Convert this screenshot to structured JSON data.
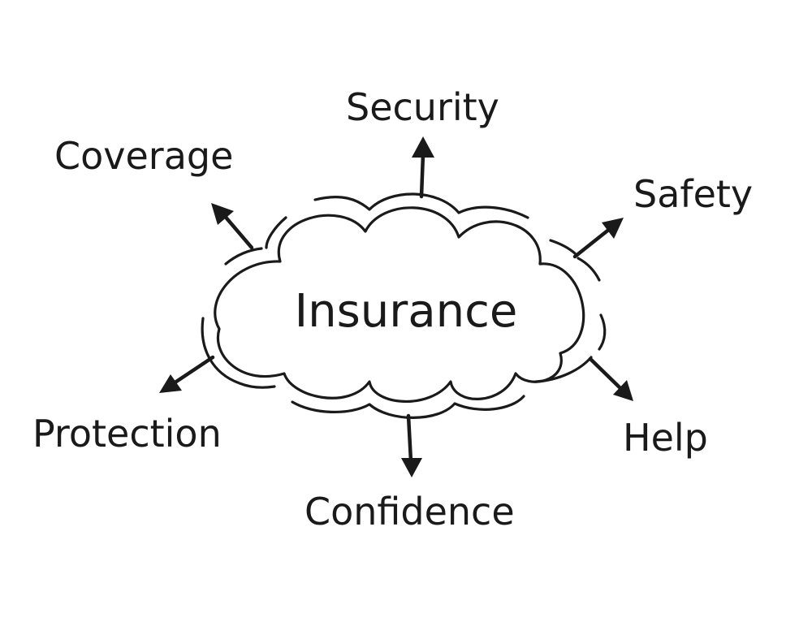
{
  "center": {
    "label": "Insurance"
  },
  "concepts": [
    {
      "id": "security",
      "label": "Security"
    },
    {
      "id": "coverage",
      "label": "Coverage"
    },
    {
      "id": "safety",
      "label": "Safety"
    },
    {
      "id": "protection",
      "label": "Protection"
    },
    {
      "id": "help",
      "label": "Help"
    },
    {
      "id": "confidence",
      "label": "Confidence"
    }
  ],
  "colors": {
    "ink": "#1a1a1a",
    "background": "#ffffff"
  }
}
